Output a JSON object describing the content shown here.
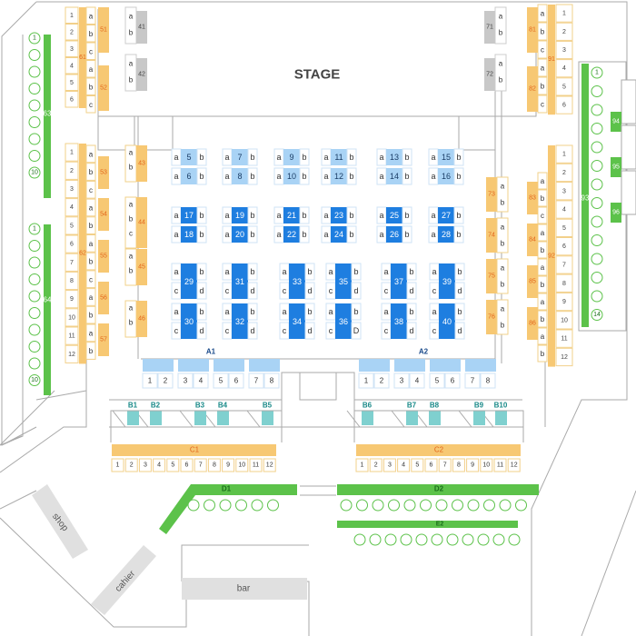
{
  "stage": {
    "label": "STAGE"
  },
  "areas": {
    "shop": "shop",
    "cashier": "cahier",
    "bar": "bar"
  },
  "colors": {
    "orange": "#f7c873",
    "orange_dark": "#f5b041",
    "orange_text": "#e2661b",
    "green": "#5cc24a",
    "green_text": "#1a6e1a",
    "blue_light": "#a9d3f5",
    "blue_dark": "#1e7ee0",
    "blue_text": "#1a4a8a",
    "teal": "#7fd0cf",
    "teal_text": "#1a8a89",
    "gray_box": "#c8c8c8",
    "line": "#aaaaaa"
  },
  "left_green_column": [
    {
      "label": "63",
      "seats": [
        "1",
        "",
        "",
        "",
        "",
        "",
        "",
        "",
        "10"
      ]
    },
    {
      "label": "64",
      "seats": [
        "1",
        "",
        "",
        "",
        "",
        "",
        "",
        "",
        "",
        "10"
      ]
    }
  ],
  "right_green_column": {
    "label": "93",
    "seats": [
      "1",
      "",
      "",
      "",
      "",
      "",
      "",
      "",
      "",
      "",
      "",
      "",
      "",
      "14"
    ]
  },
  "right_green_boxes": [
    "94",
    "95",
    "96"
  ],
  "left_orange_blocks": [
    {
      "label": "61",
      "numbers": [
        "1",
        "2",
        "3",
        "4",
        "5",
        "6"
      ],
      "sub": [
        "a",
        "b",
        "c"
      ]
    },
    {
      "label": "62",
      "numbers": [
        "1",
        "2",
        "3",
        "4",
        "5",
        "6",
        "7",
        "8",
        "9",
        "10",
        "11",
        "12"
      ],
      "sub": [
        "a",
        "b",
        "c"
      ]
    }
  ],
  "left_small_orange": [
    "51",
    "52",
    "53",
    "54",
    "55",
    "56",
    "57"
  ],
  "left_inner_orange": [
    "43",
    "44",
    "45",
    "46"
  ],
  "right_orange_blocks": [
    {
      "label": "91",
      "numbers": [
        "1",
        "2",
        "3",
        "4",
        "5",
        "6"
      ],
      "sub": [
        "a",
        "b",
        "c"
      ]
    },
    {
      "label": "92",
      "numbers": [
        "1",
        "2",
        "3",
        "4",
        "5",
        "6",
        "7",
        "8",
        "9",
        "10",
        "11",
        "12"
      ],
      "sub": [
        "a",
        "b",
        "c"
      ]
    }
  ],
  "right_small_orange": [
    "81",
    "82",
    "83",
    "84",
    "85",
    "86"
  ],
  "right_inner_orange": [
    "73",
    "74",
    "75",
    "76"
  ],
  "gray_boxes_left": [
    "41",
    "42"
  ],
  "gray_boxes_right": [
    "71",
    "72"
  ],
  "tables_light": [
    "5",
    "6",
    "7",
    "8",
    "9",
    "10",
    "11",
    "12",
    "13",
    "14",
    "15",
    "16"
  ],
  "tables_mid": [
    "17",
    "18",
    "19",
    "20",
    "21",
    "22",
    "23",
    "24",
    "25",
    "26",
    "27",
    "28"
  ],
  "tables_dark": [
    "29",
    "30",
    "31",
    "32",
    "33",
    "34",
    "35",
    "36",
    "37",
    "38",
    "39",
    "40"
  ],
  "seat_letters": {
    "a": "a",
    "b": "b",
    "c": "c",
    "d": "d",
    "D": "D"
  },
  "a_rows": [
    {
      "label": "A1",
      "pairs": [
        [
          "1",
          "2"
        ],
        [
          "3",
          "4"
        ],
        [
          "5",
          "6"
        ],
        [
          "7",
          "8"
        ]
      ]
    },
    {
      "label": "A2",
      "pairs": [
        [
          "1",
          "2"
        ],
        [
          "3",
          "4"
        ],
        [
          "5",
          "6"
        ],
        [
          "7",
          "8"
        ]
      ]
    }
  ],
  "b_boxes": [
    "B1",
    "B2",
    "B3",
    "B4",
    "B5",
    "B6",
    "B7",
    "B8",
    "B9",
    "B10"
  ],
  "c_rows": [
    {
      "label": "C1",
      "seats": [
        "1",
        "2",
        "3",
        "4",
        "5",
        "6",
        "7",
        "8",
        "9",
        "10",
        "11",
        "12"
      ]
    },
    {
      "label": "C2",
      "seats": [
        "1",
        "2",
        "3",
        "4",
        "5",
        "6",
        "7",
        "8",
        "9",
        "10",
        "11",
        "12"
      ]
    }
  ],
  "d_rows": [
    "D1",
    "D2"
  ],
  "e_rows": [
    "E2"
  ]
}
